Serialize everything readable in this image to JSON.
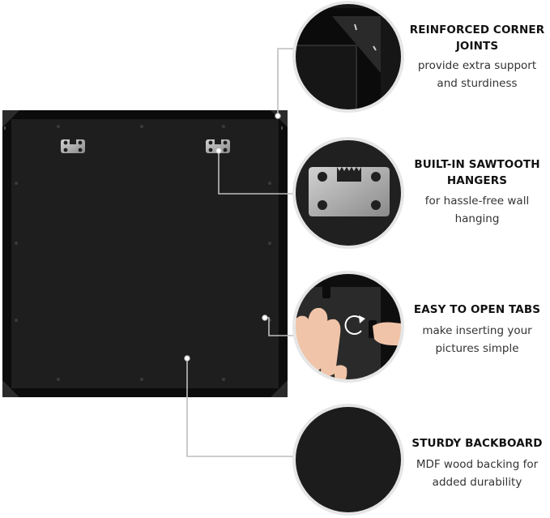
{
  "features": [
    {
      "id": "corner",
      "title_lines": [
        "REINFORCED CORNER",
        "JOINTS"
      ],
      "desc_lines": [
        "provide extra support",
        "and sturdiness"
      ],
      "icon": "corner-joint-detail"
    },
    {
      "id": "hanger",
      "title_lines": [
        "BUILT-IN SAWTOOTH",
        "HANGERS"
      ],
      "desc_lines": [
        "for hassle-free wall",
        "hanging"
      ],
      "icon": "sawtooth-hanger-detail"
    },
    {
      "id": "tabs",
      "title_lines": [
        "EASY TO OPEN TABS"
      ],
      "desc_lines": [
        "make inserting your",
        "pictures simple"
      ],
      "icon": "turn-tab-detail"
    },
    {
      "id": "backboard",
      "title_lines": [
        "STURDY BACKBOARD"
      ],
      "desc_lines": [
        "MDF wood backing for",
        "added durability"
      ],
      "icon": "backboard-detail"
    }
  ],
  "colors": {
    "frame": "#0c0c0c",
    "backboard": "#1e1e1e",
    "circle_fill": "#1c1c1c",
    "circle_ring": "#e6e6e6",
    "connector": "#bdbdbd",
    "metal": "#9a9a9a"
  }
}
